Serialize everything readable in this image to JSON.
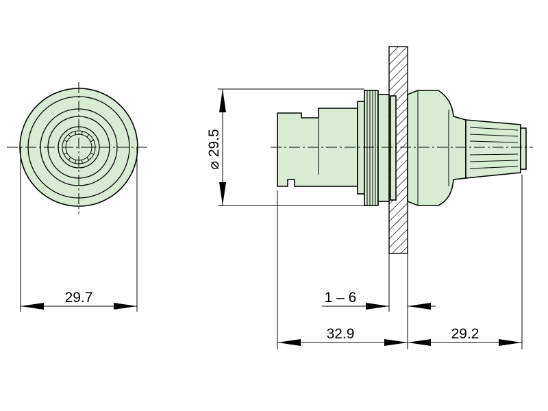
{
  "drawing": {
    "colors": {
      "part_fill": "#d8ecd4",
      "line": "#000000",
      "background": "#ffffff"
    },
    "front_view": {
      "width_label": "29.7"
    },
    "side_view": {
      "diameter_label": "⌀ 29.5",
      "panel_thickness_label": "1 – 6",
      "rear_length_label": "32.9",
      "front_length_label": "29.2"
    }
  }
}
